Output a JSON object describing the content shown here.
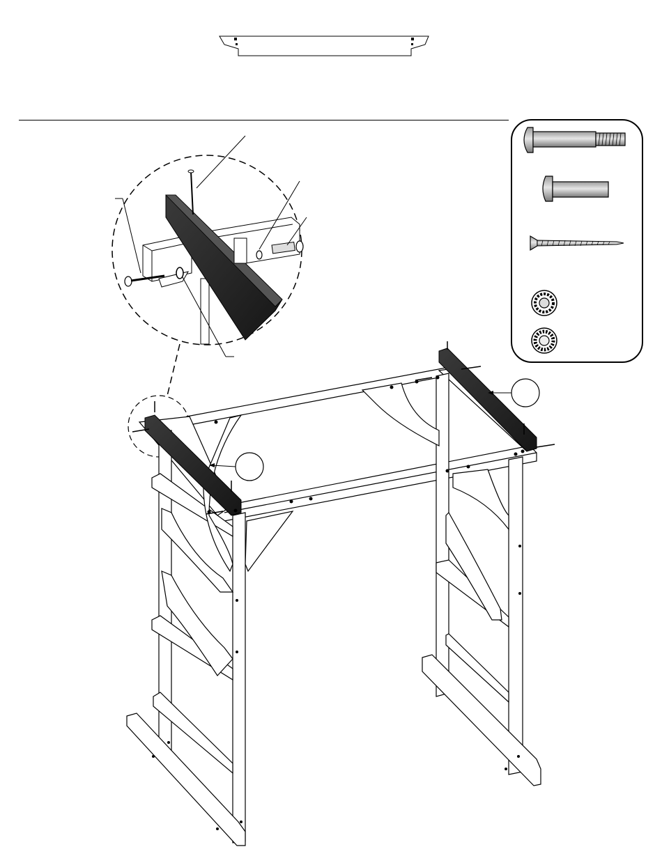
{
  "page": {
    "title": "",
    "step_number": ""
  },
  "hardware": {
    "items": [
      {
        "name": "carriage-bolt",
        "qty_label": ""
      },
      {
        "name": "barrel-nut",
        "qty_label": ""
      },
      {
        "name": "wood-screw",
        "qty_label": ""
      },
      {
        "name": "lock-washer",
        "qty_label": ""
      },
      {
        "name": "flat-washer",
        "qty_label": ""
      }
    ]
  },
  "callouts": {
    "circle_a": "",
    "circle_b": ""
  },
  "colors": {
    "line": "#000000",
    "board_dark": "#2b2b2b",
    "metal_light": "#c8c8c8",
    "paper": "#ffffff"
  }
}
